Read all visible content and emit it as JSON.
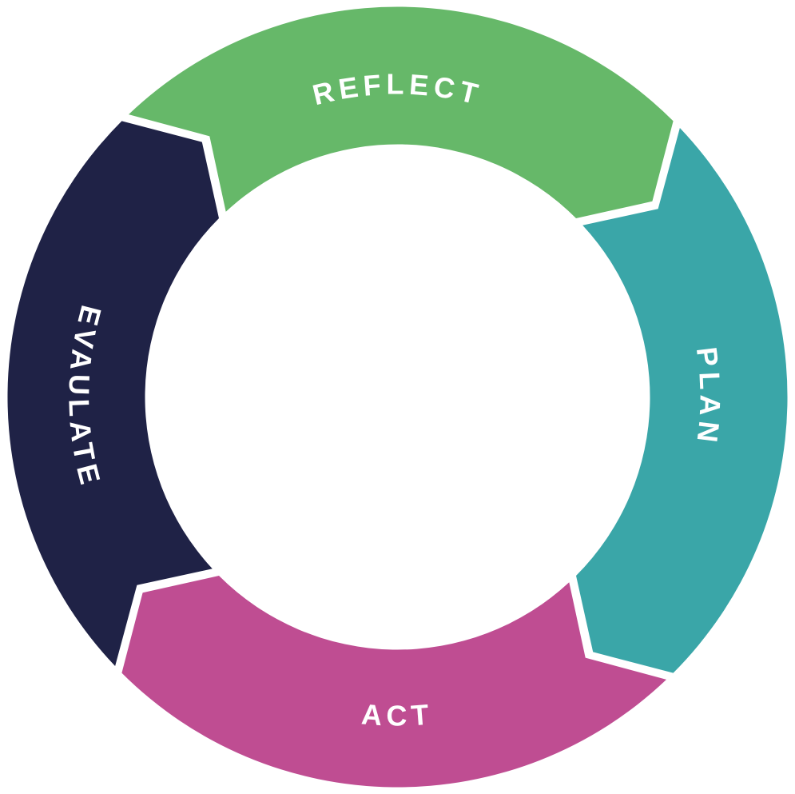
{
  "cycle": {
    "direction": "clockwise",
    "background": "#ffffff",
    "label_color": "#ffffff"
  },
  "segments": [
    {
      "label": "REFLECT",
      "position": "top",
      "color": "#66b869"
    },
    {
      "label": "PLAN",
      "position": "right",
      "color": "#3aa6a8"
    },
    {
      "label": "ACT",
      "position": "bottom",
      "color": "#bf4d92"
    },
    {
      "label": "EVAULATE",
      "position": "left",
      "color": "#1f2246"
    }
  ]
}
